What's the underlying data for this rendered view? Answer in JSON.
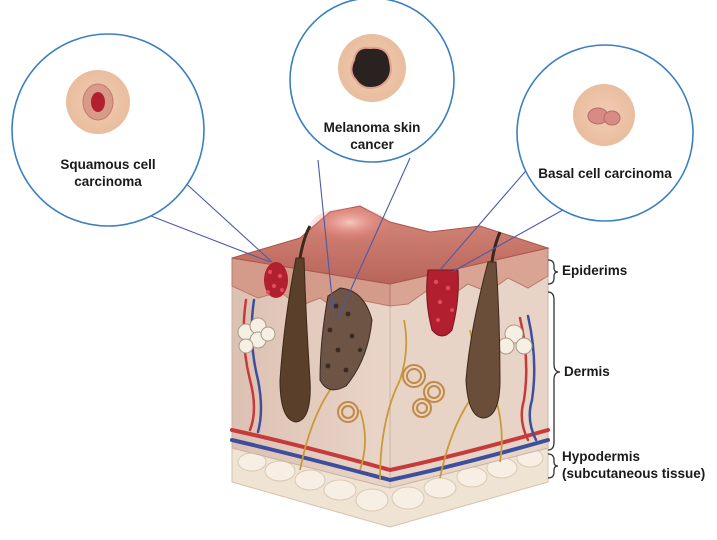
{
  "callouts": {
    "squamous": {
      "label_line1": "Squamous cell",
      "label_line2": "carcinoma"
    },
    "melanoma": {
      "label_line1": "Melanoma skin",
      "label_line2": "cancer"
    },
    "basal": {
      "label": "Basal cell carcinoma"
    }
  },
  "layers": {
    "epidermis": "Epiderims",
    "dermis": "Dermis",
    "hypodermis_line1": "Hypodermis",
    "hypodermis_line2": "(subcutaneous tissue)"
  },
  "colors": {
    "callout_ring": "#3b7fc0",
    "callout_line": "#4a5aa8",
    "skin_surface": "#c97a6e",
    "skin_tumor_red": "#b21f2f",
    "melanoma_dark": "#3a2a24",
    "dermis_fill": "#e5cfc0",
    "hypodermis_fill": "#f1e6d8",
    "artery": "#c73a3a",
    "vein": "#3d4f9c",
    "nerve": "#c99a3a",
    "hair_dark": "#4a3423"
  }
}
